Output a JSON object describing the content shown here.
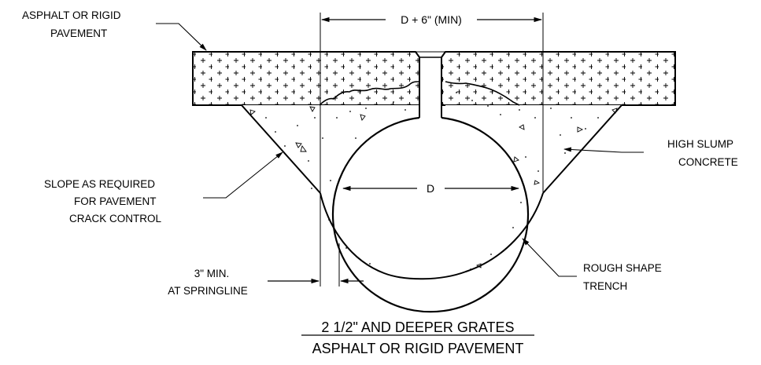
{
  "labels": {
    "pavement_line1": "ASPHALT OR RIGID",
    "pavement_line2": "PAVEMENT",
    "concrete_line1": "HIGH SLUMP",
    "concrete_line2": "CONCRETE",
    "slope_line1": "SLOPE AS REQUIRED",
    "slope_line2": "FOR PAVEMENT",
    "slope_line3": "CRACK CONTROL",
    "trench_line1": "ROUGH SHAPE",
    "trench_line2": "TRENCH",
    "min_line1": "3\" MIN.",
    "min_line2": "AT SPRINGLINE"
  },
  "dimensions": {
    "top": "D + 6\" (MIN)",
    "diameter": "D"
  },
  "title": {
    "line1": "2 1/2\" AND DEEPER GRATES",
    "line2": "ASPHALT OR RIGID PAVEMENT"
  }
}
